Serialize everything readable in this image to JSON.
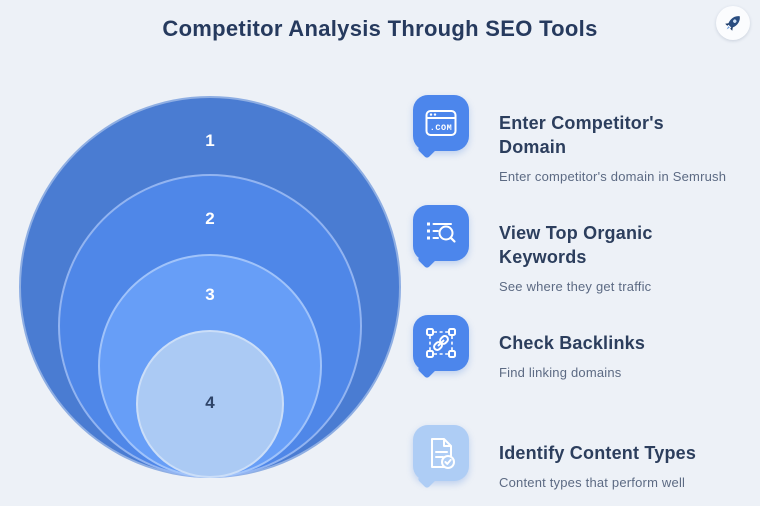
{
  "title": "Competitor Analysis Through SEO Tools",
  "colors": {
    "background": "#edf1f7",
    "heading": "#263a5e",
    "step_title": "#2c3e5d",
    "subtitle_text": "#5c6a83",
    "bubble_blue": "#4c86ec",
    "bubble_light": "#aecdf5"
  },
  "funnel": {
    "circles": [
      {
        "number": "1",
        "color": "#4a7cd2",
        "number_color": "#ffffff"
      },
      {
        "number": "2",
        "color": "#4f87e8",
        "number_color": "#ffffff"
      },
      {
        "number": "3",
        "color": "#679ef7",
        "number_color": "#ffffff"
      },
      {
        "number": "4",
        "color": "#abcaf4",
        "number_color": "#2e4468"
      }
    ]
  },
  "steps": [
    {
      "icon": "domain-browser-icon",
      "icon_bg": "#4c86ec",
      "icon_label": ".COM",
      "title": "Enter Competitor's Domain",
      "subtitle": "Enter competitor's domain in Semrush"
    },
    {
      "icon": "keywords-search-icon",
      "icon_bg": "#4c86ec",
      "title": "View Top Organic Keywords",
      "subtitle": "See where they get traffic"
    },
    {
      "icon": "backlinks-link-icon",
      "icon_bg": "#4c86ec",
      "title": "Check Backlinks",
      "subtitle": "Find linking domains"
    },
    {
      "icon": "content-document-icon",
      "icon_bg": "#aecdf5",
      "title": "Identify Content Types",
      "subtitle": "Content types that perform well"
    }
  ],
  "logo": {
    "name": "rocket-logo"
  }
}
